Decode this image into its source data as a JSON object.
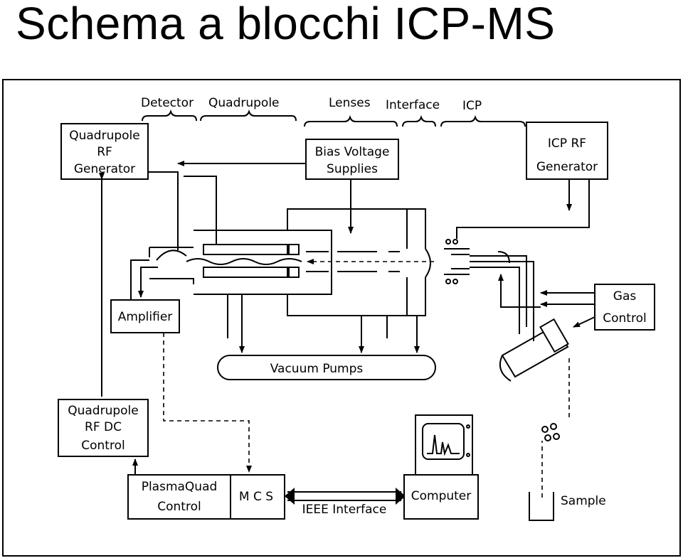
{
  "title": "Schema a blocchi ICP-MS",
  "diagram": {
    "sections": {
      "detector": "Detector",
      "quadrupole": "Quadrupole",
      "lenses": "Lenses",
      "interface": "Interface",
      "icp": "ICP"
    },
    "blocks": {
      "quad_rf_gen": [
        "Quadrupole",
        "RF",
        "Generator"
      ],
      "bias": [
        "Bias Voltage",
        "Supplies"
      ],
      "icp_rf_gen": [
        "ICP RF",
        "Generator"
      ],
      "amplifier": "Amplifier",
      "gas_control": [
        "Gas",
        "Control"
      ],
      "vacuum_pumps": "Vacuum Pumps",
      "quad_rf_dc": [
        "Quadrupole",
        "RF DC",
        "Control"
      ],
      "plasmaquad": [
        "PlasmaQuad",
        "Control"
      ],
      "mcs": "M C S",
      "computer": "Computer",
      "sample": "Sample",
      "ieee": "IEEE Interface"
    }
  }
}
